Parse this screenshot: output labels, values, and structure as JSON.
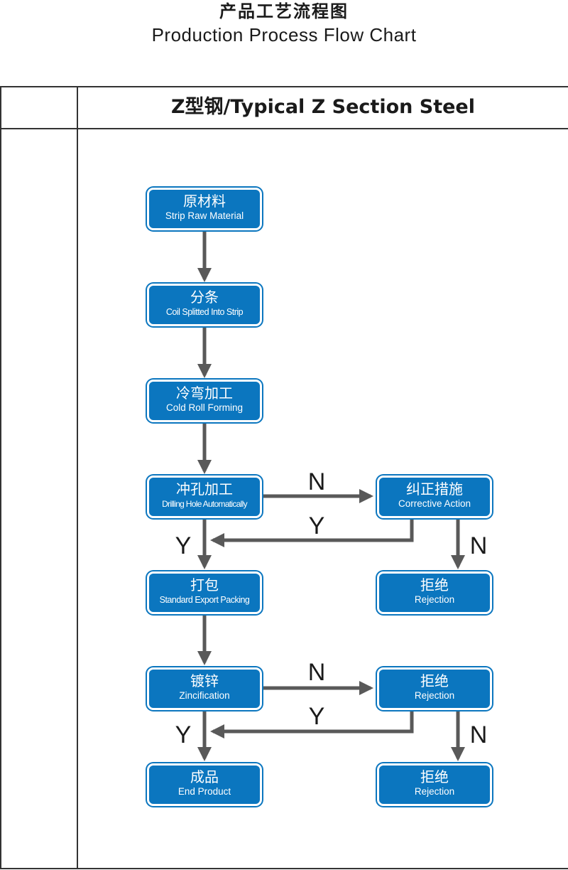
{
  "page": {
    "title_cn": "产品工艺流程图",
    "title_en": "Production Process Flow Chart"
  },
  "table": {
    "header": "Z型钢/Typical Z Section Steel"
  },
  "nodes": {
    "raw_material": {
      "cn": "原材料",
      "en": "Strip Raw Material"
    },
    "split": {
      "cn": "分条",
      "en": "Coil Splitted Into Strip"
    },
    "cold_roll": {
      "cn": "冷弯加工",
      "en": "Cold Roll Forming"
    },
    "drilling": {
      "cn": "冲孔加工",
      "en": "Drilling Hole Automatically"
    },
    "corrective": {
      "cn": "纠正措施",
      "en": "Corrective Action"
    },
    "packing": {
      "cn": "打包",
      "en": "Standard Export Packing"
    },
    "rejection_1": {
      "cn": "拒绝",
      "en": "Rejection"
    },
    "zinc": {
      "cn": "镀锌",
      "en": "Zincification"
    },
    "rejection_2": {
      "cn": "拒绝",
      "en": "Rejection"
    },
    "end_product": {
      "cn": "成品",
      "en": "End Product"
    },
    "rejection_3": {
      "cn": "拒绝",
      "en": "Rejection"
    }
  },
  "labels": {
    "no": "N",
    "yes": "Y"
  },
  "colors": {
    "node_fill": "#0b76bf",
    "node_border": "#ffffff",
    "arrow": "#595959",
    "text": "#1a1a1a"
  }
}
